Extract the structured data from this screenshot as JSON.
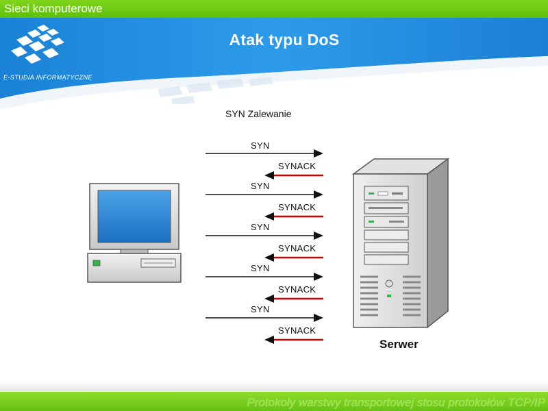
{
  "header": {
    "course": "Sieci komputerowe",
    "title": "Atak typu DoS",
    "logo_text": "E-STUDIA INFORMATYCZNE"
  },
  "diagram": {
    "title": "SYN Zalewanie",
    "server_label": "Serwer",
    "messages": [
      "SYN",
      "SYNACK",
      "SYN",
      "SYNACK",
      "SYN",
      "SYNACK",
      "SYN",
      "SYNACK",
      "SYN",
      "SYNACK"
    ],
    "colors": {
      "syn_arrow": "#111111",
      "synack_arrow": "#cc0000"
    }
  },
  "footer": {
    "text": "Protokoły warstwy transportowej stosu protokołów TCP/IP"
  }
}
